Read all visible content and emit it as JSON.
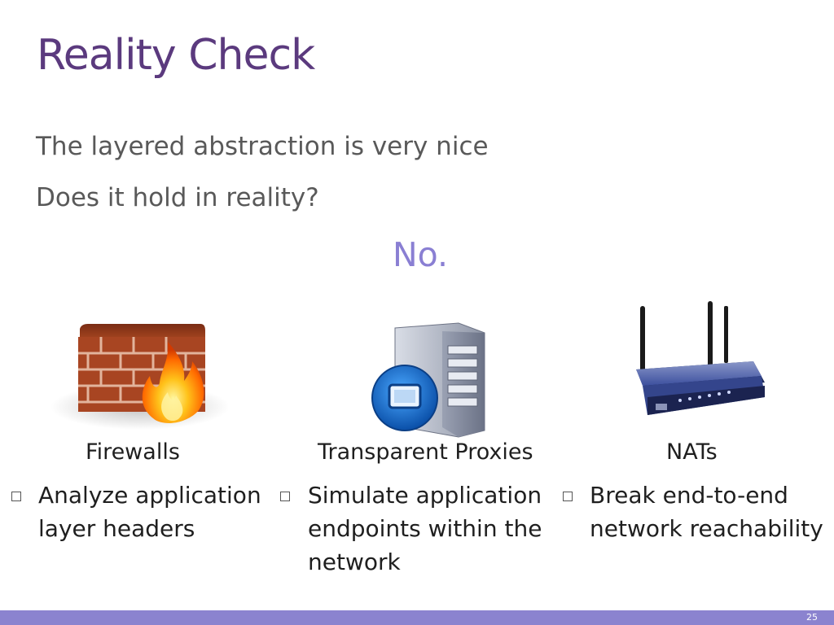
{
  "slide": {
    "title": "Reality Check",
    "lines": [
      "The layered abstraction is very nice",
      "Does it hold in reality?"
    ],
    "answer": "No."
  },
  "columns": [
    {
      "caption": "Firewalls",
      "icon": "firewall-icon",
      "bullet_lines": [
        "Analyze application",
        "layer headers"
      ]
    },
    {
      "caption": "Transparent Proxies",
      "icon": "server-icon",
      "bullet_lines": [
        "Simulate application",
        "endpoints within the",
        "network"
      ]
    },
    {
      "caption": "NATs",
      "icon": "router-icon",
      "bullet_lines": [
        "Break end-to-end",
        "network reachability"
      ]
    }
  ],
  "footer": {
    "page_number": "25"
  },
  "colors": {
    "title": "#5b3a7e",
    "accent": "#8a7fd3",
    "footer_bar": "#8b83cf"
  }
}
